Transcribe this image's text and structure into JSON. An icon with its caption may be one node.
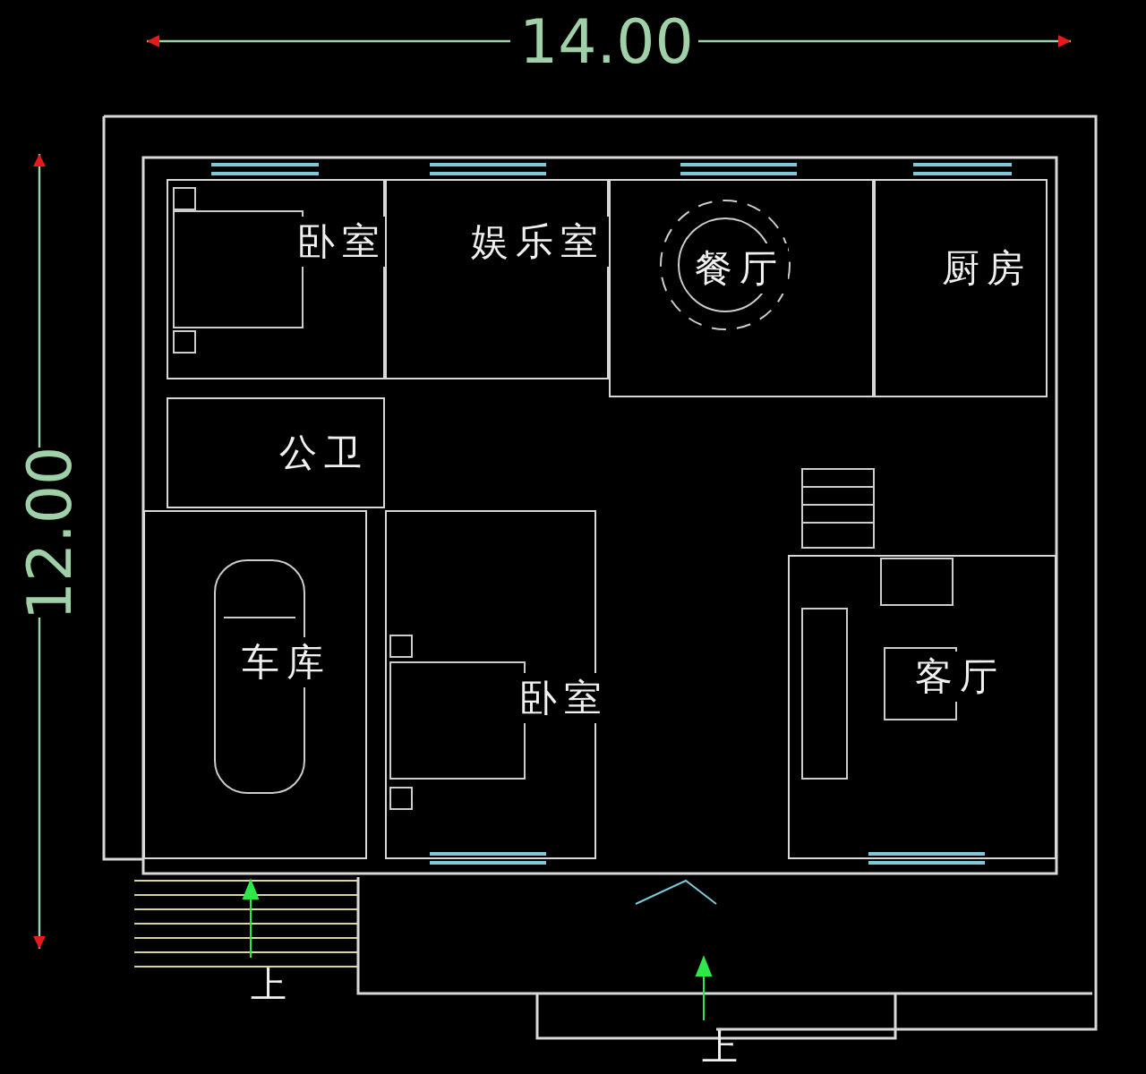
{
  "diagram": {
    "nodes": [
      {
        "text": [
          "卧室"
        ]
      },
      {
        "text": [
          "娱乐室"
        ]
      },
      {
        "text": [
          "餐厅"
        ]
      },
      {
        "text": [
          "厨房"
        ]
      },
      {
        "text": [
          "公卫"
        ]
      },
      {
        "text": [
          "车库"
        ]
      },
      {
        "text": [
          "卧室"
        ]
      },
      {
        "text": [
          "客厅"
        ]
      }
    ],
    "edges": [],
    "labels": [
      "14.00",
      "12.00",
      "上",
      "上"
    ]
  }
}
